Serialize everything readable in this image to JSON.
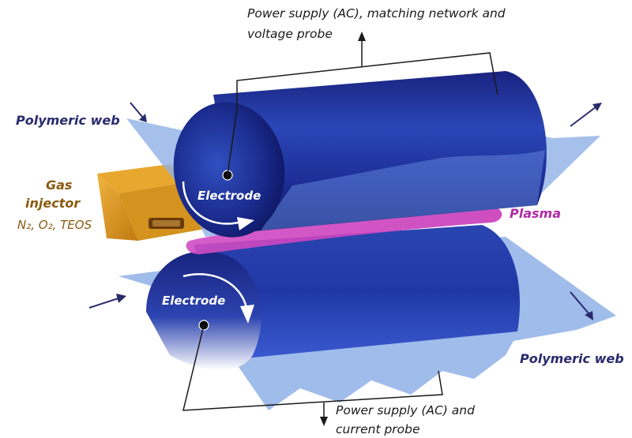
{
  "labels": {
    "power_top_line1": "Power supply (AC), matching network and",
    "power_top_line2": "voltage probe",
    "web_left": "Polymeric web",
    "web_right": "Polymeric web",
    "gas_line1": "Gas",
    "gas_line2": "injector",
    "gas_mix": "N₂, O₂, TEOS",
    "plasma": "Plasma",
    "electrode_top": "Electrode",
    "electrode_bottom": "Electrode",
    "power_bottom_line1": "Power supply (AC) and",
    "power_bottom_line2": "current probe"
  },
  "colors": {
    "electrode_dark": "#10186a",
    "electrode_mid": "#2a46b6",
    "web": "#8fb0e6",
    "plasma": "#cc3fbf",
    "gas_injector": "#d4921e",
    "arrow": "#2a2a6e"
  }
}
